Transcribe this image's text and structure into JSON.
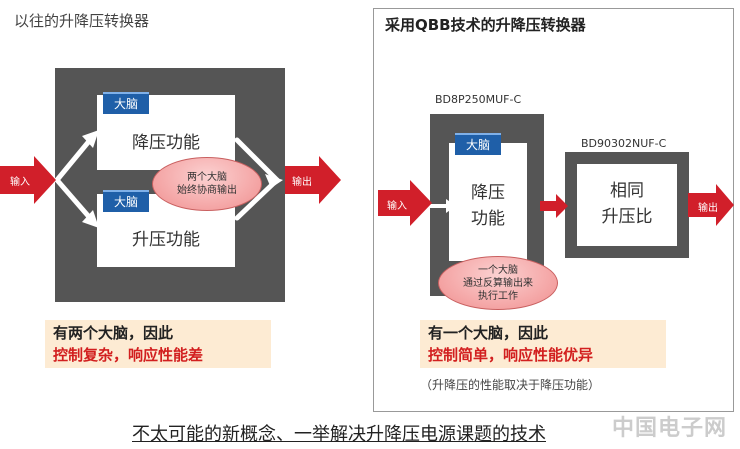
{
  "left": {
    "title": "以往的升降压转换器",
    "brain_label": "大脑",
    "buck_label": "降压功能",
    "boost_label": "升压功能",
    "ellipse_line1": "两个大脑",
    "ellipse_line2": "始终协商输出",
    "input_label": "输入",
    "output_label": "输出",
    "caption_line1": "有两个大脑，因此",
    "caption_line2": "控制复杂，响应性能差"
  },
  "right": {
    "title": "采用QBB技术的升降压转换器",
    "part1": "BD8P250MUF-C",
    "part2": "BD90302NUF-C",
    "brain_label": "大脑",
    "buck_line1": "降压",
    "buck_line2": "功能",
    "boost_line1": "相同",
    "boost_line2": "升压比",
    "ellipse_line1": "一个大脑",
    "ellipse_line2": "通过反算输出来",
    "ellipse_line3": "执行工作",
    "input_label": "输入",
    "output_label": "输出",
    "caption_line1": "有一个大脑，因此",
    "caption_line2": "控制简单，响应性能优异",
    "note": "（升降压的性能取决于降压功能）"
  },
  "bottom_text": "不太可能的新概念、一举解决升降压电源课题的技术",
  "watermark": "中国电子网",
  "colors": {
    "arrow_red": "#d11f2a",
    "brain_blue": "#1f5fa8",
    "box_gray": "#555555",
    "caption_bg": "#fdebd3",
    "caption_red": "#d21f1f"
  }
}
